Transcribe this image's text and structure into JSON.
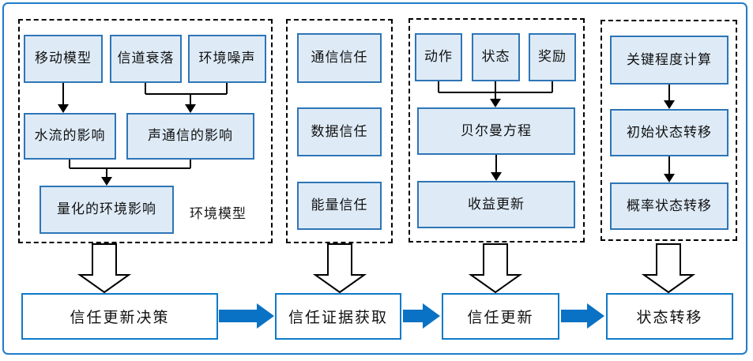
{
  "diagram": {
    "groups": [
      {
        "label": "环境模型",
        "boxes": [
          {
            "label": "移动模型"
          },
          {
            "label": "信道衰落"
          },
          {
            "label": "环境噪声"
          },
          {
            "label": "水流的影响"
          },
          {
            "label": "声通信的影响"
          },
          {
            "label": "量化的环境影响"
          }
        ]
      },
      {
        "boxes": [
          {
            "label": "通信信任"
          },
          {
            "label": "数据信任"
          },
          {
            "label": "能量信任"
          }
        ]
      },
      {
        "boxes": [
          {
            "label": "动作"
          },
          {
            "label": "状态"
          },
          {
            "label": "奖励"
          },
          {
            "label": "贝尔曼方程"
          },
          {
            "label": "收益更新"
          }
        ]
      },
      {
        "boxes": [
          {
            "label": "关键程度计算"
          },
          {
            "label": "初始状态转移"
          },
          {
            "label": "概率状态转移"
          }
        ]
      }
    ],
    "flow_steps": [
      {
        "label": "信任更新决策"
      },
      {
        "label": "信任证据获取"
      },
      {
        "label": "信任更新"
      },
      {
        "label": "状态转移"
      }
    ],
    "colors": {
      "node_fill": "#deebf7",
      "node_border": "#2e75b6",
      "flow_box_border": "#0f7ac8",
      "flow_arrow_blue": "#0a72c4",
      "frame_border": "#1f7cc9",
      "connector_black": "#000000"
    }
  }
}
